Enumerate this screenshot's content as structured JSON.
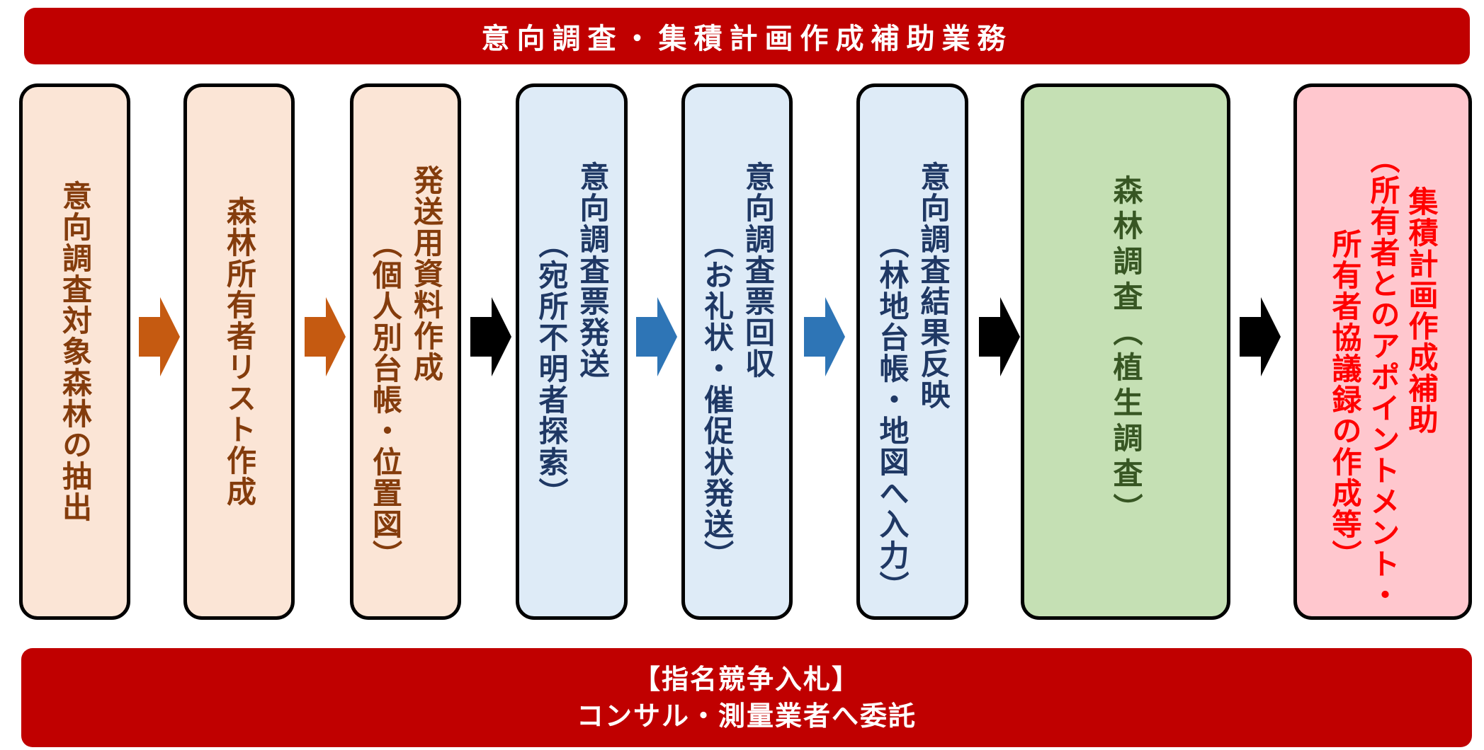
{
  "header": {
    "title": "意向調査・集積計画作成補助業務"
  },
  "steps": [
    {
      "lines": [
        "意向調査対象森林の抽出"
      ]
    },
    {
      "lines": [
        "森林所有者リスト作成"
      ]
    },
    {
      "lines": [
        "発送用資料作成",
        "（個人別台帳・位置図）"
      ]
    },
    {
      "lines": [
        "意向調査票発送",
        "（宛所不明者探索）"
      ]
    },
    {
      "lines": [
        "意向調査票回収",
        "（お礼状・催促状発送）"
      ]
    },
    {
      "lines": [
        "意向調査結果反映",
        "（林地台帳・地図へ入力）"
      ]
    },
    {
      "lines": [
        "森林調査（植生調査）"
      ]
    },
    {
      "lines": [
        "集積計画作成補助",
        "（所有者とのアポイントメント・",
        "所有者協議録の作成等）"
      ]
    }
  ],
  "arrow_colors": [
    "#C55A11",
    "#C55A11",
    "#000000",
    "#2E75B6",
    "#2E75B6",
    "#000000",
    "#000000"
  ],
  "footer": {
    "line1": "【指名競争入札】",
    "line2": "コンサル・測量業者へ委託"
  },
  "colors": {
    "banner": "#C00000",
    "peach": "#FBE5D6",
    "blue": "#DEEBF7",
    "green": "#C5E0B4",
    "pink": "#FFC7CE"
  }
}
